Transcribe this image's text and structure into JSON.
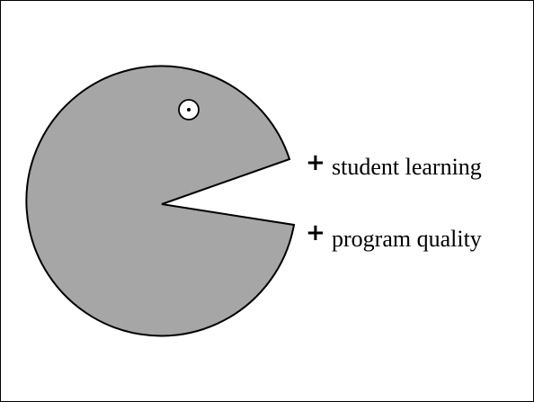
{
  "labels": {
    "first_sign": "+",
    "first_text": "student learning",
    "second_sign": "+",
    "second_text": "program quality"
  },
  "colors": {
    "shape_fill": "#a6a6a6",
    "stroke": "#000000",
    "eye_fill": "#ffffff"
  },
  "icons": {
    "main_shape": "pacman-shape",
    "eye": "eye-icon"
  }
}
